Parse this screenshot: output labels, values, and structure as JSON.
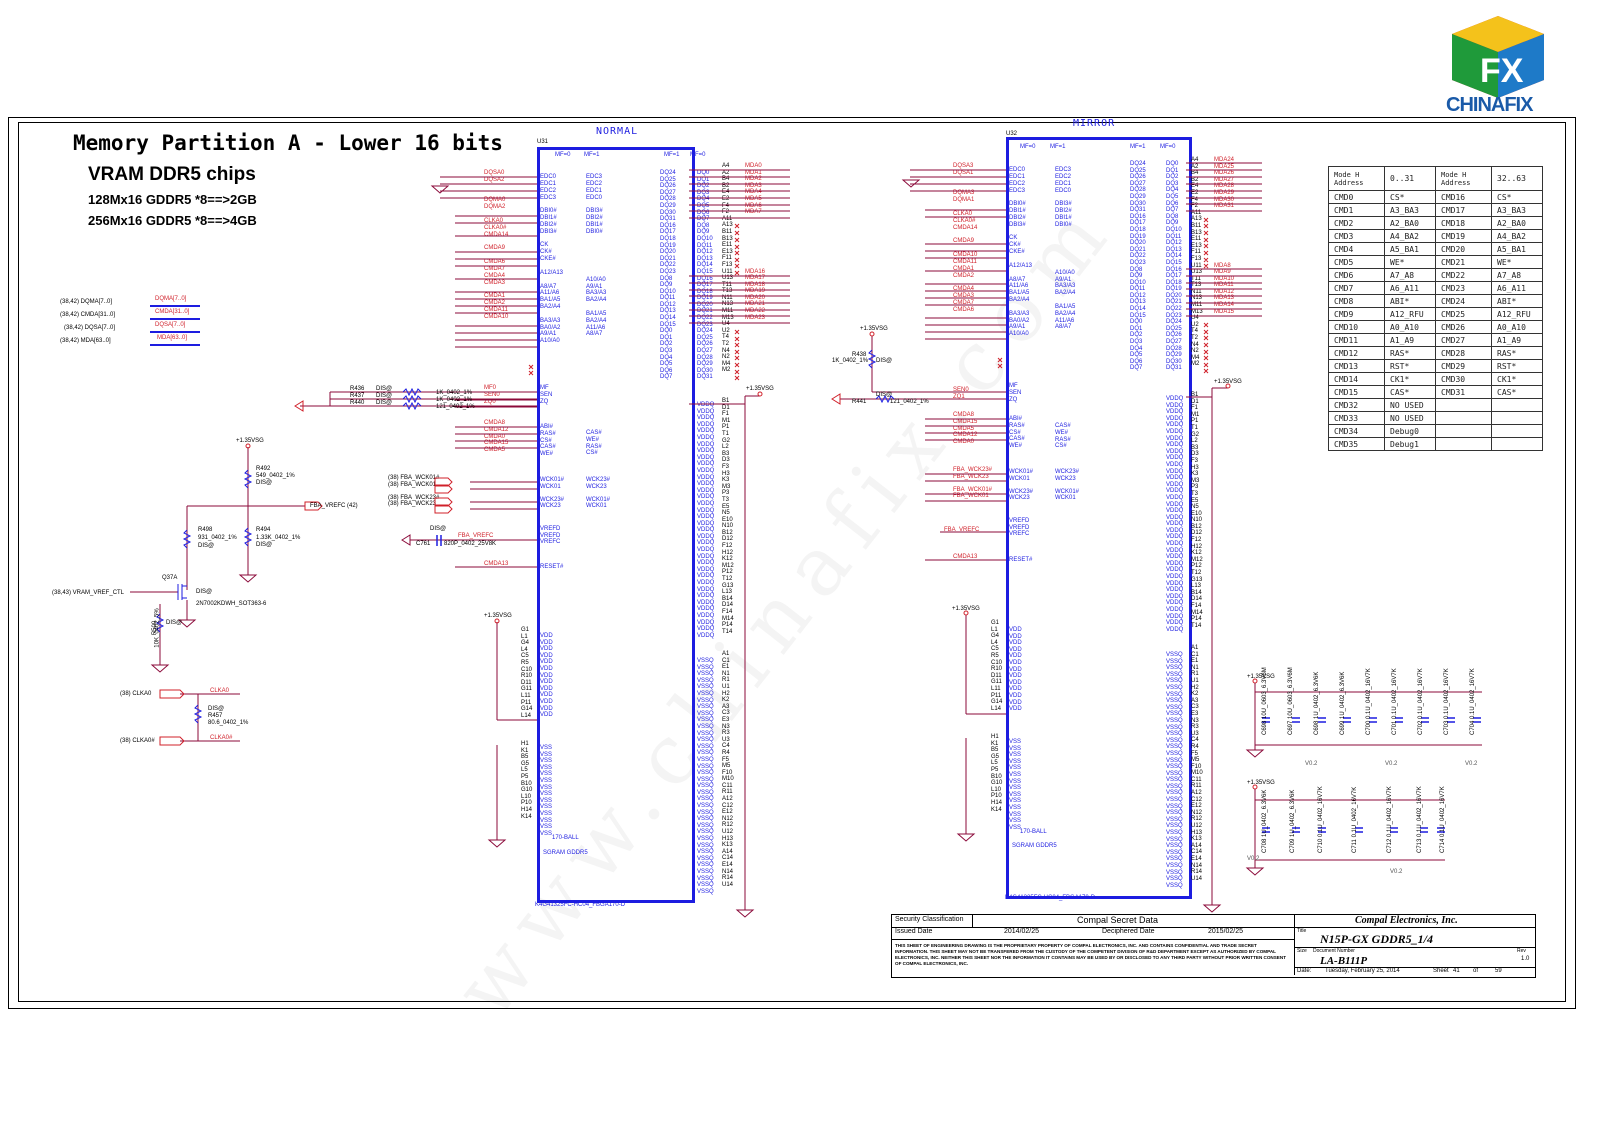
{
  "header": {
    "title": "Memory Partition A - Lower 16 bits",
    "subtitle": "VRAM DDR5 chips",
    "config_2gb": "128Mx16 GDDR5 *8==>2GB",
    "config_4gb": "256Mx16 GDDR5 *8==>4GB"
  },
  "logo": {
    "text": "CHINAFIX",
    "badge": "FX"
  },
  "watermark": "www.chinafix.com",
  "chip_normal": {
    "label": "NORMAL",
    "ref": "U31",
    "col_headers": [
      "MF=0",
      "MF=1",
      "MF=1",
      "MF=0"
    ],
    "package": "170-BALL",
    "type": "SGRAM GDDR5",
    "part": "K4G41325FC-HC04_FBGA170-D"
  },
  "chip_mirror": {
    "label": "MIRROR",
    "ref": "U32",
    "col_headers": [
      "MF=0",
      "MF=1",
      "MF=1",
      "MF=0"
    ],
    "package": "170-BALL",
    "type": "SGRAM GDDR5",
    "part": "K4G41325FC-HC04_FBGA170-D"
  },
  "bus_labels": [
    {
      "ref": "(38,42) DQMA[7..0]",
      "net": "DQMA[7..0]"
    },
    {
      "ref": "(38,42) CMDA[31..0]",
      "net": "CMDA[31..0]"
    },
    {
      "ref": "(38,42) DQSA[7..0]",
      "net": "DQSA[7..0]"
    },
    {
      "ref": "(38,42) MDA[63..0]",
      "net": "MDA[63..0]"
    }
  ],
  "normal_left_top": "DQSA0\nDQSA2\n\n\nDQMA0\nDQMA2\n\nCLKA0\nCLKA0#\nCMDA14\n\nCMDA9\n\nCMDA6\nCMDA7\nCMDA4\nCMDA3\n\nCMDA1\nCMDA2\nCMDA11\nCMDA10",
  "normal_pins_left": "EDC0\nEDC1\nEDC2\nEDC3\n\nDBI0#\nDBI1#\nDBI2#\nDBI3#\n\nCK\nCK#\nCKE#\n\nA12/A13\n\nA8/A7\nA11/A6\nBA1/A5\nBA2/A4\n\nBA3/A3\nBA0/A2\nA9/A1\nA10/A0",
  "normal_pins_mid": "EDC3\nEDC2\nEDC1\nEDC0\n\nDBI3#\nDBI2#\nDBI1#\nDBI0#\n\n\n\n\n\n\nA10/A0\nA9/A1\nBA3/A3\nBA2/A4\n\nBA1/A5\nBA2/A4\nA11/A6\nA8/A7",
  "normal_dq_inner": "DQ24\nDQ25\nDQ26\nDQ27\nDQ28\nDQ29\nDQ30\nDQ31\nDQ16\nDQ17\nDQ18\nDQ19\nDQ20\nDQ21\nDQ22\nDQ23\nDQ8\nDQ9\nDQ10\nDQ11\nDQ12\nDQ13\nDQ14\nDQ15\nDQ0\nDQ1\nDQ2\nDQ3\nDQ4\nDQ5\nDQ6\nDQ7",
  "normal_dq_outer": "DQ0\nDQ1\nDQ2\nDQ3\nDQ4\nDQ5\nDQ6\nDQ7\nDQ8\nDQ9\nDQ10\nDQ11\nDQ12\nDQ13\nDQ14\nDQ15\nDQ16\nDQ17\nDQ18\nDQ19\nDQ20\nDQ21\nDQ22\nDQ23\nDQ24\nDQ25\nDQ26\nDQ27\nDQ28\nDQ29\nDQ30\nDQ31",
  "normal_balls_right": "A4\nA2\nB4\nB2\nE4\nE2\nF4\nF2\nA11\nA13\nB11\nB13\nE11\nE13\nF11\nF13\nU11\nU13\nT11\nT13\nN11\nN13\nM11\nM13\nU4\nU2\nT4\nT2\nN4\nN2\nM4\nM2",
  "normal_mda": "MDA0\nMDA1\nMDA2\nMDA3\nMDA4\nMDA5\nMDA6\nMDA7\n\n\n\n\n\n\n\n\nMDA16\nMDA17\nMDA18\nMDA19\nMDA20\nMDA21\nMDA22\nMDA23",
  "normal_vddq": "VDDQ\nVDDQ\nVDDQ\nVDDQ\nVDDQ\nVDDQ\nVDDQ\nVDDQ\nVDDQ\nVDDQ\nVDDQ\nVDDQ\nVDDQ\nVDDQ\nVDDQ\nVDDQ\nVDDQ\nVDDQ\nVDDQ\nVDDQ\nVDDQ\nVDDQ\nVDDQ\nVDDQ\nVDDQ\nVDDQ\nVDDQ\nVDDQ\nVDDQ\nVDDQ\nVDDQ\nVDDQ\nVDDQ\nVDDQ\nVDDQ\nVDDQ",
  "normal_vddq_balls": "B1\nD1\nF1\nM1\nP1\nT1\nG2\nL2\nB3\nD3\nF3\nH3\nK3\nM3\nP3\nT3\nE5\nN5\nE10\nN10\nB12\nD12\nF12\nH12\nK12\nM12\nP12\nT12\nG13\nL13\nB14\nD14\nF14\nM14\nP14\nT14",
  "normal_vssq": "VSSQ\nVSSQ\nVSSQ\nVSSQ\nVSSQ\nVSSQ\nVSSQ\nVSSQ\nVSSQ\nVSSQ\nVSSQ\nVSSQ\nVSSQ\nVSSQ\nVSSQ\nVSSQ\nVSSQ\nVSSQ\nVSSQ\nVSSQ\nVSSQ\nVSSQ\nVSSQ\nVSSQ\nVSSQ\nVSSQ\nVSSQ\nVSSQ\nVSSQ\nVSSQ\nVSSQ\nVSSQ\nVSSQ\nVSSQ\nVSSQ\nVSSQ",
  "normal_vssq_balls": "A1\nC1\nE1\nN1\nR1\nU1\nH2\nK2\nA3\nC3\nE3\nN3\nR3\nU3\nC4\nR4\nF5\nM5\nF10\nM10\nC11\nR11\nA12\nC12\nE12\nN12\nR12\nU12\nH13\nK13\nA14\nC14\nE14\nN14\nR14\nU14",
  "normal_misc_left": "MF0\nSEN0\nZQ0",
  "normal_misc_pins": "MF\nSEN\nZQ",
  "normal_ctrl_nets": "CMDA8\nCMDA12\nCMDA0\nCMDA15\nCMDA5",
  "normal_ctrl_pins": "ABI#\nRAS#\nCS#\nCAS#\nWE#",
  "normal_ctrl_pins2": "CAS#\nWE#\nRAS#\nCS#",
  "normal_wck": "(38) FBA_WCK01#\n(38) FBA_WCK01\n\n(38) FBA_WCK23#\n(38) FBA_WCK23",
  "normal_wck_pins": "WCK01#\nWCK01\n\nWCK23#\nWCK23",
  "normal_wck_pins2": "WCK23#\nWCK23\n\nWCK01#\nWCK01",
  "normal_vref_pins": "VREFD\nVREFD\nVREFC",
  "normal_reset_net": "CMDA13",
  "normal_reset_pin": "RESET#",
  "normal_vdd": "VDD\nVDD\nVDD\nVDD\nVDD\nVDD\nVDD\nVDD\nVDD\nVDD\nVDD\nVDD\nVDD",
  "normal_vdd_balls": "G1\nL1\nG4\nL4\nC5\nR5\nC10\nR10\nD11\nG11\nL11\nP11\nG14\nL14",
  "normal_vss": "VSS\nVSS\nVSS\nVSS\nVSS\nVSS\nVSS\nVSS\nVSS\nVSS\nVSS\nVSS\nVSS\nVSS",
  "normal_vss_balls": "H1\nK1\nB5\nG5\nL5\nP5\nB10\nG10\nL10\nP10\nH14\nK14",
  "mirror_left_top": "DQSA3\nDQSA1\n\n\nDQMA3\nDQMA1\n\nCLKA0\nCLKA0#\nCMDA14\n\nCMDA9\n\nCMDA10\nCMDA11\nCMDA1\nCMDA2\n\nCMDA4\nCMDA3\nCMDA7\nCMDA6",
  "mirror_dq_outer": "DQ24\nDQ25\nDQ26\nDQ27\nDQ28\nDQ29\nDQ30\nDQ31\nDQ16\nDQ17\nDQ18\nDQ19\nDQ20\nDQ21\nDQ22\nDQ23\nDQ8\nDQ9\nDQ10\nDQ11\nDQ12\nDQ13\nDQ14\nDQ15\nDQ0\nDQ1\nDQ2\nDQ3\nDQ4\nDQ5\nDQ6\nDQ7",
  "mirror_dq_inner": "DQ0\nDQ1\nDQ2\nDQ3\nDQ4\nDQ5\nDQ6\nDQ7\nDQ8\nDQ9\nDQ10\nDQ11\nDQ12\nDQ13\nDQ14\nDQ15\nDQ16\nDQ17\nDQ18\nDQ19\nDQ20\nDQ21\nDQ22\nDQ23\nDQ24\nDQ25\nDQ26\nDQ27\nDQ28\nDQ29\nDQ30\nDQ31",
  "mirror_mda": "MDA24\nMDA25\nMDA26\nMDA27\nMDA28\nMDA29\nMDA30\nMDA31\n\n\n\n\n\n\n\n\nMDA8\nMDA9\nMDA10\nMDA11\nMDA12\nMDA13\nMDA14\nMDA15",
  "mirror_misc_left": "SEN0\nZQ1",
  "mirror_ctrl_nets": "CMDA8\nCMDA15\nCMDA5\nCMDA12\nCMDA0",
  "mirror_ctrl_pins": "ABI#\nRAS#\nCS#\nCAS#\nWE#",
  "mirror_wck": "FBA_WCK23#\nFBA_WCK23\n\nFBA_WCK01#\nFBA_WCK01",
  "mirror_vref_net": "FBA_VREFC",
  "components": {
    "r436": "R436",
    "r437": "R437",
    "r440": "R440",
    "r436_val": "1K_0402_1%",
    "r437_val": "1K_0402_1%",
    "r440_val": "121_0402_1%",
    "dis": "DIS@",
    "r438": "R438",
    "r438_val": "1K_0402_1%",
    "r441": "R441",
    "r441_val": "121_0402_1%",
    "r492": "R492",
    "r492_val": "549_0402_1%",
    "r498": "R498",
    "r498_val": "931_0402_1%",
    "r494": "R494",
    "r494_val": "1.33K_0402_1%",
    "fba_vrefc": "FBA_VREFC (42)",
    "q37a": "Q37A",
    "q37a_part": "2N7002KDWH_SOT363-6",
    "vram_vref": "(38,43) VRAM_VREF_CTL",
    "r500": "R500",
    "r500_val": "10K_0402_5%",
    "c761": "C761",
    "c761_val": "820P_0402_25V8K",
    "c761_net": "FBA_VREFC",
    "clka0": "(38) CLKA0",
    "clka0n": "(38) CLKA0#",
    "clka0_net": "CLKA0",
    "clka0n_net": "CLKA0#",
    "r457": "R457",
    "r457_val": "80.6_0402_1%",
    "vsg": "+1.35VSG"
  },
  "mode_table": {
    "header": [
      "Mode H Address",
      "0..31",
      "Mode H Address",
      "32..63"
    ],
    "rows": [
      [
        "CMD0",
        "CS*",
        "CMD16",
        "CS*"
      ],
      [
        "CMD1",
        "A3_BA3",
        "CMD17",
        "A3_BA3"
      ],
      [
        "CMD2",
        "A2_BA0",
        "CMD18",
        "A2_BA0"
      ],
      [
        "CMD3",
        "A4_BA2",
        "CMD19",
        "A4_BA2"
      ],
      [
        "CMD4",
        "A5_BA1",
        "CMD20",
        "A5_BA1"
      ],
      [
        "CMD5",
        "WE*",
        "CMD21",
        "WE*"
      ],
      [
        "CMD6",
        "A7_A8",
        "CMD22",
        "A7_A8"
      ],
      [
        "CMD7",
        "A6_A11",
        "CMD23",
        "A6_A11"
      ],
      [
        "CMD8",
        "ABI*",
        "CMD24",
        "ABI*"
      ],
      [
        "CMD9",
        "A12_RFU",
        "CMD25",
        "A12_RFU"
      ],
      [
        "CMD10",
        "A0_A10",
        "CMD26",
        "A0_A10"
      ],
      [
        "CMD11",
        "A1_A9",
        "CMD27",
        "A1_A9"
      ],
      [
        "CMD12",
        "RAS*",
        "CMD28",
        "RAS*"
      ],
      [
        "CMD13",
        "RST*",
        "CMD29",
        "RST*"
      ],
      [
        "CMD14",
        "CK1*",
        "CMD30",
        "CK1*"
      ],
      [
        "CMD15",
        "CAS*",
        "CMD31",
        "CAS*"
      ],
      [
        "CMD32",
        "NO USED",
        "",
        ""
      ],
      [
        "CMD33",
        "NO USED",
        "",
        ""
      ],
      [
        "CMD34",
        "Debug0",
        "",
        ""
      ],
      [
        "CMD35",
        "Debug1",
        "",
        ""
      ]
    ]
  },
  "decoupling": {
    "row1": [
      "C698 10U_0603_6.3V6M",
      "C697 10U_0603_6.3V6M",
      "C698 1U_0402_6.3V6K",
      "C699 1U_0402_6.3V6K",
      "C700 0.1U_0402_16V7K",
      "C701 0.1U_0402_16V7K",
      "C702 0.1U_0402_16V7K",
      "C703 0.1U_0402_16V7K",
      "C704 0.1U_0402_16V7K"
    ],
    "row2": [
      "C708 1U_0402_6.3V6K",
      "C709 1U_0402_6.3V6K",
      "C710 0.1U_0402_16V7K",
      "C711 0.1U_0402_16V7K",
      "C712 0.1U_0402_16V7K",
      "C713 0.1U_0402_16V7K",
      "C714 0.1U_0402_16V7K"
    ],
    "v02": "V0.2"
  },
  "title_block": {
    "security": "Security Classification",
    "secret": "Compal Secret Data",
    "issued": "Issued Date",
    "issued_date": "2014/02/25",
    "deciphered": "Deciphered Date",
    "deciphered_date": "2015/02/25",
    "company": "Compal Electronics, Inc.",
    "title_label": "Title",
    "title": "N15P-GX GDDR5_1/4",
    "docnum_label": "Document Number",
    "docnum": "LA-B111P",
    "rev_label": "Rev",
    "rev": "1.0",
    "size_label": "Size",
    "date_label": "Date:",
    "date": "Tuesday, February 25, 2014",
    "sheet_label": "Sheet",
    "sheet": "41",
    "of": "of",
    "total": "59",
    "notice": "THIS SHEET OF ENGINEERING DRAWING IS THE PROPRIETARY PROPERTY OF COMPAL ELECTRONICS, INC. AND CONTAINS CONFIDENTIAL AND TRADE SECRET INFORMATION. THIS SHEET MAY NOT BE TRANSFERED FROM THE CUSTODY OF THE COMPETENT DIVISION OF R&D DEPARTMENT EXCEPT AS AUTHORIZED BY COMPAL ELECTRONICS, INC. NEITHER THIS SHEET NOR THE INFORMATION IT CONTAINS MAY BE USED BY OR DISCLOSED TO ANY THIRD PARTY WITHOUT PRIOR WRITTEN CONSENT OF COMPAL ELECTRONICS, INC."
  },
  "colors": {
    "chip": "#1d1de0",
    "net": "#d0202a",
    "wire_dark": "#8b0a3a"
  }
}
